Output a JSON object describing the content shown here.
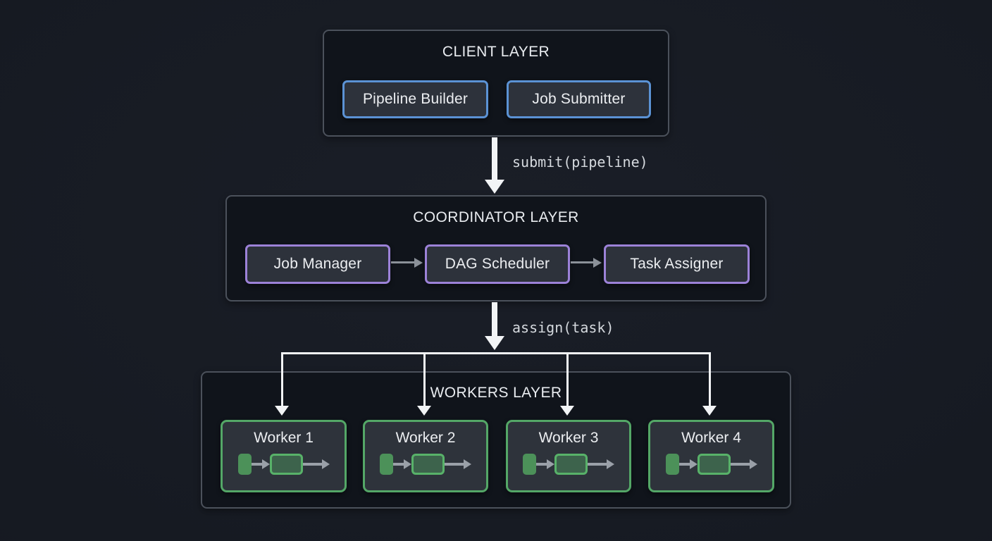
{
  "layers": {
    "client": {
      "title": "CLIENT LAYER",
      "accent_color": "#5b92d4",
      "nodes": [
        {
          "label": "Pipeline Builder"
        },
        {
          "label": "Job Submitter"
        }
      ]
    },
    "coordinator": {
      "title": "COORDINATOR LAYER",
      "accent_color": "#9c82d8",
      "nodes": [
        {
          "label": "Job Manager"
        },
        {
          "label": "DAG Scheduler"
        },
        {
          "label": "Task Assigner"
        }
      ]
    },
    "workers": {
      "title": "WORKERS LAYER",
      "accent_color": "#54a767",
      "nodes": [
        {
          "label": "Worker 1"
        },
        {
          "label": "Worker 2"
        },
        {
          "label": "Worker 3"
        },
        {
          "label": "Worker 4"
        }
      ]
    }
  },
  "edges": {
    "submit": {
      "label": "submit(pipeline)"
    },
    "assign": {
      "label": "assign(task)"
    }
  },
  "colors": {
    "background": "#161a22",
    "layer_border": "#4b515b",
    "node_fill": "#2d323b",
    "arrow_white": "#f2f4f6",
    "arrow_gray": "#8b9199",
    "mini_green_fill": "#4c9159",
    "mini_green_border": "#58b269"
  }
}
